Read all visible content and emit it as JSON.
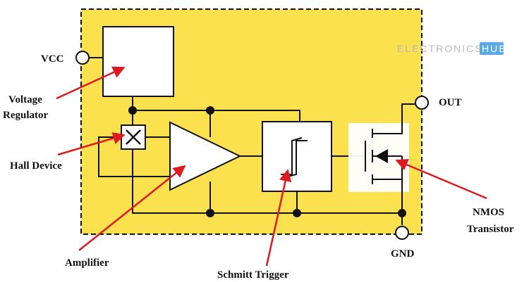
{
  "diagram": {
    "title": "Hall Effect Sensor Internal Block Diagram",
    "colors": {
      "package_fill": "#FBE14E",
      "wire": "#111111",
      "annotation_arrow": "#E0181F",
      "logo_text": "#b8b8b8",
      "logo_badge": "#5aa9e6"
    },
    "pins": {
      "vcc": "VCC",
      "out": "OUT",
      "gnd": "GND"
    },
    "blocks": {
      "voltage_regulator": "Voltage Regulator",
      "hall_device": "Hall Device",
      "amplifier": "Amplifier",
      "schmitt_trigger": "Schmitt Trigger",
      "nmos_transistor": "NMOS Transistor"
    },
    "annotations": {
      "voltage_regulator_line1": "Voltage",
      "voltage_regulator_line2": "Regulator",
      "hall_device": "Hall Device",
      "amplifier": "Amplifier",
      "schmitt_trigger": "Schmitt Trigger",
      "nmos_line1": "NMOS",
      "nmos_line2": "Transistor"
    },
    "logo": {
      "text": "ELECTRONICS",
      "badge": "HUB"
    }
  }
}
